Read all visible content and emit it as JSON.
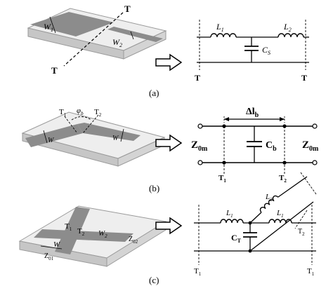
{
  "panels": {
    "a": {
      "caption": "(a)",
      "board": {
        "w1": "W",
        "w1_sub": "1",
        "w2": "W",
        "w2_sub": "2",
        "plane_top": "T",
        "plane_bottom": "T"
      },
      "circuit": {
        "l1": "L",
        "l1_sub": "1",
        "l2": "L",
        "l2_sub": "2",
        "cs": "C",
        "cs_sub": "S",
        "t_left": "T",
        "t_right": "T"
      }
    },
    "b": {
      "caption": "(b)",
      "board": {
        "t1": "T",
        "t1_sub": "1",
        "t2": "T",
        "t2_sub": "2",
        "phi": "φ",
        "phi_sub": "b",
        "w_left": "W",
        "w_right": "W"
      },
      "circuit": {
        "dl": "Δl",
        "dl_sub": "b",
        "z_left": "Z",
        "z_left_sub": "0m",
        "z_right": "Z",
        "z_right_sub": "0m",
        "cb": "C",
        "cb_sub": "b",
        "t1": "T",
        "t1_sub": "1",
        "t2": "T",
        "t2_sub": "2"
      }
    },
    "c": {
      "caption": "(c)",
      "board": {
        "t1": "T",
        "t1_sub": "1",
        "t2": "T",
        "t2_sub": "2",
        "w2": "W",
        "w2_sub": "2",
        "w": "W",
        "z01": "Z",
        "z01_sub": "01",
        "z02": "Z",
        "z02_sub": "02"
      },
      "circuit": {
        "l1": "L",
        "l1_sub": "1",
        "l2": "L",
        "l2_sub": "2",
        "l1b": "L",
        "l1b_sub": "1",
        "ct": "C",
        "ct_sub": "T",
        "t2": "T",
        "t2_sub": "2",
        "t1_left": "T",
        "t1_left_sub": "1",
        "t1_right": "T",
        "t1_right_sub": "1"
      }
    }
  },
  "colors": {
    "board_top": "#eeeeee",
    "board_side": "#d4d4d4",
    "board_front": "#c6c6c6",
    "strip": "#8c8c8c",
    "ink": "#000000"
  },
  "icons": {
    "arrow": "hollow-right-arrow-icon",
    "inductor": "inductor-coil-icon",
    "capacitor": "capacitor-icon"
  }
}
